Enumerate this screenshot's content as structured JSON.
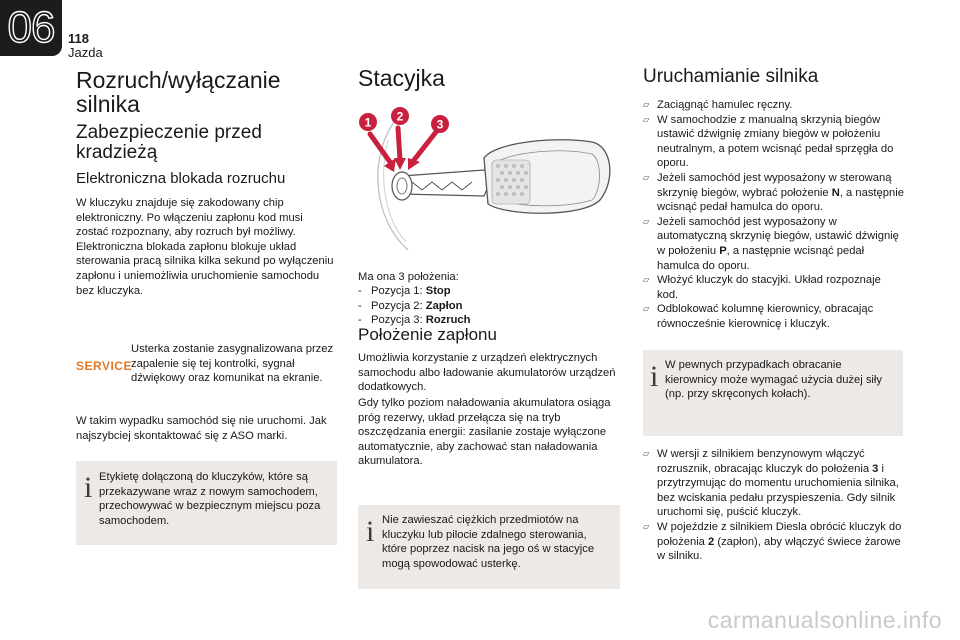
{
  "header": {
    "chapter_number": "06",
    "page_number": "118",
    "chapter_title": "Jazda"
  },
  "left": {
    "title": "Rozruch/wyłączanie silnika",
    "subtitle": "Zabezpieczenie przed kradzieżą",
    "section": "Elektroniczna blokada rozruchu",
    "para1": "W kluczyku znajduje się zakodowany chip elektroniczny. Po włączeniu zapłonu kod musi zostać rozpoznany, aby rozruch był możliwy. Elektroniczna blokada zapłonu blokuje układ sterowania pracą silnika kilka sekund po wyłączeniu zapłonu i uniemożliwia uruchomienie samochodu bez kluczyka.",
    "service_label": "SERVICE",
    "service_text": "Usterka zostanie zasygnalizowana przez zapalenie się tej kontrolki, sygnał dźwiękowy oraz komunikat na ekranie.",
    "para2": "W takim wypadku samochód się nie uruchomi. Jak najszybciej skontaktować się z ASO marki.",
    "note": "Etykietę dołączoną do kluczyków, które są przekazywane wraz z nowym samochodem, przechowywać w bezpiecznym miejscu poza samochodem."
  },
  "middle": {
    "title": "Stacyjka",
    "callouts": [
      "1",
      "2",
      "3"
    ],
    "positions_intro": "Ma ona 3 położenia:",
    "positions": [
      {
        "prefix": "Pozycja 1: ",
        "value": "Stop"
      },
      {
        "prefix": "Pozycja 2: ",
        "value": "Zapłon"
      },
      {
        "prefix": "Pozycja 3: ",
        "value": "Rozruch"
      }
    ],
    "section": "Położenie zapłonu",
    "para": "Umożliwia korzystanie z urządzeń elektrycznych samochodu albo ładowanie akumulatorów urządzeń dodatkowych.",
    "para2": "Gdy tylko poziom naładowania akumulatora osiąga próg rezerwy, układ przełącza się na tryb oszczędzania energii: zasilanie zostaje wyłączone automatycznie, aby zachować stan naładowania akumulatora.",
    "note": "Nie zawieszać ciężkich przedmiotów na kluczyku lub pilocie zdalnego sterowania, które poprzez nacisk na jego oś w stacyjce mogą spowodować usterkę."
  },
  "right": {
    "title": "Uruchamianie silnika",
    "steps": [
      {
        "a": "Zaciągnąć hamulec ręczny.",
        "b": "",
        "c": ""
      },
      {
        "a": "W samochodzie z manualną skrzynią biegów ustawić dźwignię zmiany biegów w położeniu neutralnym, a potem wcisnąć pedał sprzęgła do oporu.",
        "b": "",
        "c": ""
      },
      {
        "a": "Jeżeli samochód jest wyposażony w sterowaną skrzynię biegów, wybrać położenie ",
        "b": "N",
        "c": ", a następnie wcisnąć pedał hamulca do oporu."
      },
      {
        "a": "Jeżeli samochód jest wyposażony w automatyczną skrzynię biegów, ustawić dźwignię w położeniu ",
        "b": "P",
        "c": ", a następnie wcisnąć pedał hamulca do oporu."
      },
      {
        "a": "Włożyć kluczyk do stacyjki. Układ rozpoznaje kod.",
        "b": "",
        "c": ""
      },
      {
        "a": "Odblokować kolumnę kierownicy, obracając równocześnie kierownicę i kluczyk.",
        "b": "",
        "c": ""
      }
    ],
    "note": "W pewnych przypadkach obracanie kierownicy może wymagać użycia dużej siły (np. przy skręconych kołach).",
    "steps2": [
      {
        "a": "W wersji z silnikiem benzynowym włączyć rozrusznik, obracając kluczyk do położenia ",
        "b": "3",
        "c": " i przytrzymując do momentu uruchomienia silnika, bez wciskania pedału przyspieszenia. Gdy silnik uruchomi się, puścić kluczyk."
      },
      {
        "a": "W pojeździe z silnikiem Diesla obrócić kluczyk do położenia ",
        "b": "2",
        "c": " (zapłon), aby włączyć świece żarowe w silniku."
      }
    ]
  },
  "footer": {
    "watermark": "carmanualsonline.info"
  },
  "colors": {
    "callout_red": "#c8203e",
    "service_orange": "#e07a2a",
    "note_bg": "#ece9e6",
    "badge": "#1c1c1c"
  }
}
